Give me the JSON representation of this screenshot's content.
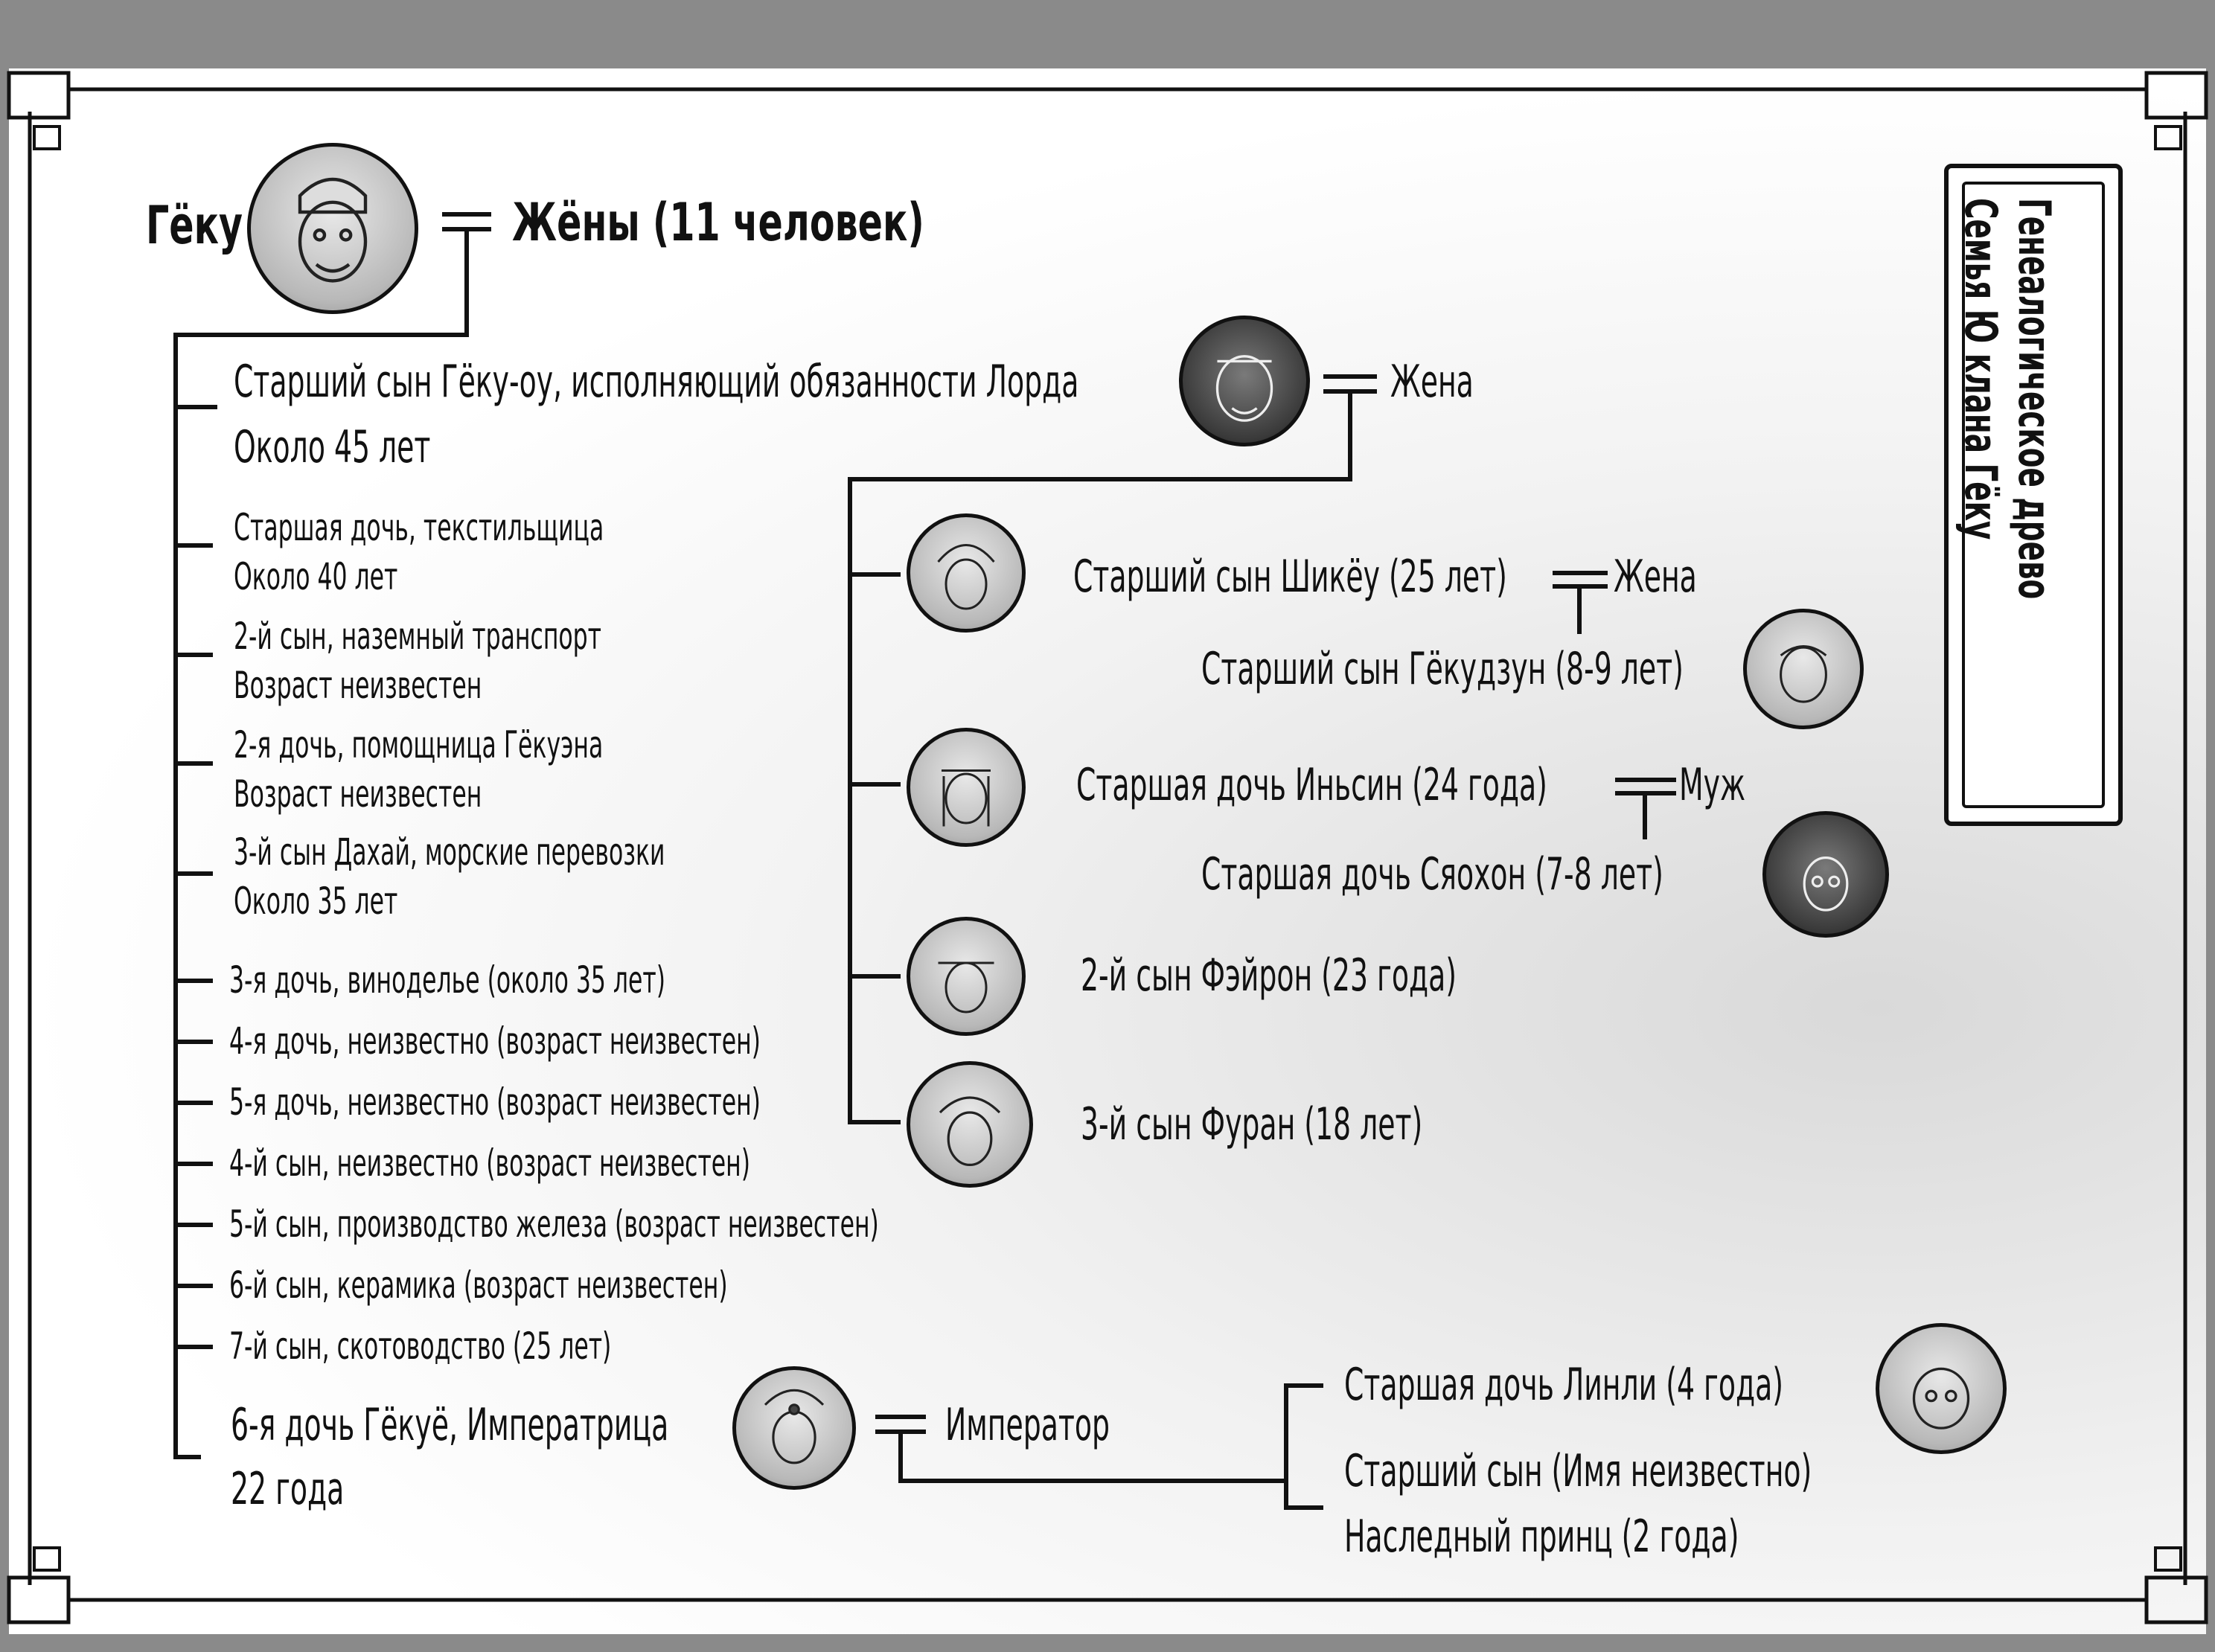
{
  "title": {
    "line1": "Генеалогическое древо",
    "line2": "Семья Ю клана Гёку"
  },
  "root": {
    "name": "Гёку",
    "spouse": "Жёны (11 человек)"
  },
  "children": [
    {
      "line1": "Старший сын Гёку-оу, исполняющий обязанности Лорда",
      "line2": "Около 45 лет",
      "spouse": "Жена"
    },
    {
      "line1": "Старшая дочь, текстильщица",
      "line2": "Около 40 лет"
    },
    {
      "line1": "2-й сын, наземный транспорт",
      "line2": "Возраст неизвестен"
    },
    {
      "line1": "2-я дочь, помощница Гёкуэна",
      "line2": "Возраст неизвестен"
    },
    {
      "line1": "3-й сын Дахай, морские перевозки",
      "line2": "Около 35 лет"
    },
    {
      "line1": "3-я дочь, виноделье (около 35 лет)"
    },
    {
      "line1": "4-я дочь, неизвестно (возраст неизвестен)"
    },
    {
      "line1": "5-я дочь, неизвестно (возраст неизвестен)"
    },
    {
      "line1": "4-й сын, неизвестно (возраст неизвестен)"
    },
    {
      "line1": "5-й сын, производство железа (возраст неизвестен)"
    },
    {
      "line1": "6-й сын, керамика (возраст неизвестен)"
    },
    {
      "line1": "7-й сын, скотоводство (25 лет)"
    },
    {
      "line1": "6-я дочь Гёкуё, Императрица",
      "line2": "22 года",
      "spouse": "Император"
    }
  ],
  "grandchildren_eldest": [
    {
      "name": "Старший сын Шикёу (25 лет)",
      "spouse": "Жена",
      "child": "Старший сын Гёкудзун (8-9 лет)"
    },
    {
      "name": "Старшая дочь Иньсин (24 года)",
      "spouse": "Муж",
      "child": "Старшая дочь Сяохон (7-8 лет)"
    },
    {
      "name": "2-й сын Фэйрон (23 года)"
    },
    {
      "name": "3-й сын Фуран (18 лет)"
    }
  ],
  "grandchildren_empress": [
    {
      "line1": "Старшая дочь Линли (4 года)"
    },
    {
      "line1": "Старший сын (Имя неизвестно)",
      "line2": "Наследный принц (2 года)"
    }
  ]
}
